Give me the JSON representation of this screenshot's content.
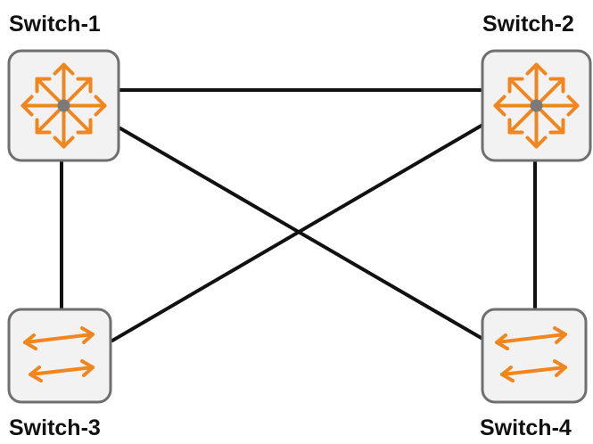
{
  "nodes": [
    {
      "id": "switch-1",
      "label": "Switch-1",
      "kind": "layer3-switch",
      "icon": "multilayer-switch-icon"
    },
    {
      "id": "switch-2",
      "label": "Switch-2",
      "kind": "layer3-switch",
      "icon": "multilayer-switch-icon"
    },
    {
      "id": "switch-3",
      "label": "Switch-3",
      "kind": "layer2-switch",
      "icon": "switch-icon"
    },
    {
      "id": "switch-4",
      "label": "Switch-4",
      "kind": "layer2-switch",
      "icon": "switch-icon"
    }
  ],
  "links": [
    {
      "from": "switch-1",
      "to": "switch-2"
    },
    {
      "from": "switch-1",
      "to": "switch-3"
    },
    {
      "from": "switch-1",
      "to": "switch-4"
    },
    {
      "from": "switch-2",
      "to": "switch-3"
    },
    {
      "from": "switch-2",
      "to": "switch-4"
    }
  ],
  "colors": {
    "arrow": "#f0861f",
    "box_fill": "#f2f2f2",
    "box_border": "#6f6f6f",
    "line": "#111111",
    "hub": "#7a7a7a"
  }
}
